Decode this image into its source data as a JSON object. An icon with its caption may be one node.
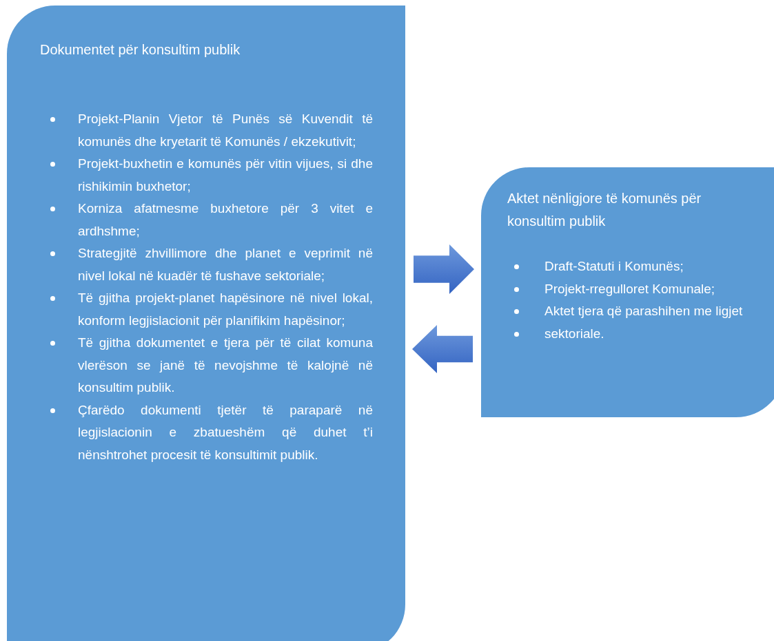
{
  "diagram": {
    "nodes": [
      {
        "text": [
          "Dokumentet për konsultim publik",
          "Projekt-Planin Vjetor të Punës së Kuvendit të komunës dhe kryetarit të Komunës / ekzekutivit;",
          "Projekt-buxhetin e komunës për vitin vijues, si dhe rishikimin buxhetor;",
          "Korniza afatmesme buxhetore  për 3 vitet e ardhshme;",
          "Strategjitë zhvillimore dhe planet e veprimit në nivel lokal në kuadër të fushave sektoriale;",
          "Të gjitha projekt-planet hapësinore në nivel lokal, konform legjislacionit për planifikim hapësinor;",
          "Të gjitha dokumentet e tjera për të cilat komuna vlerëson se janë të nevojshme të kalojnë në konsultim publik.",
          "Çfarëdo dokumenti tjetër të paraparë në legjislacionin e zbatueshëm që duhet t’i nënshtrohet procesit të konsultimit publik."
        ]
      },
      {
        "text": [
          "Aktet nënligjore të komunës për konsultim publik",
          "Draft-Statuti i Komunës;",
          "Projekt-rregulloret Komunale;",
          "Aktet tjera që parashihen me ligjet",
          "sektoriale."
        ]
      }
    ],
    "edges": [
      {
        "from": 0,
        "to": 1,
        "arrow": "to"
      },
      {
        "from": 1,
        "to": 0,
        "arrow": "to"
      }
    ]
  }
}
